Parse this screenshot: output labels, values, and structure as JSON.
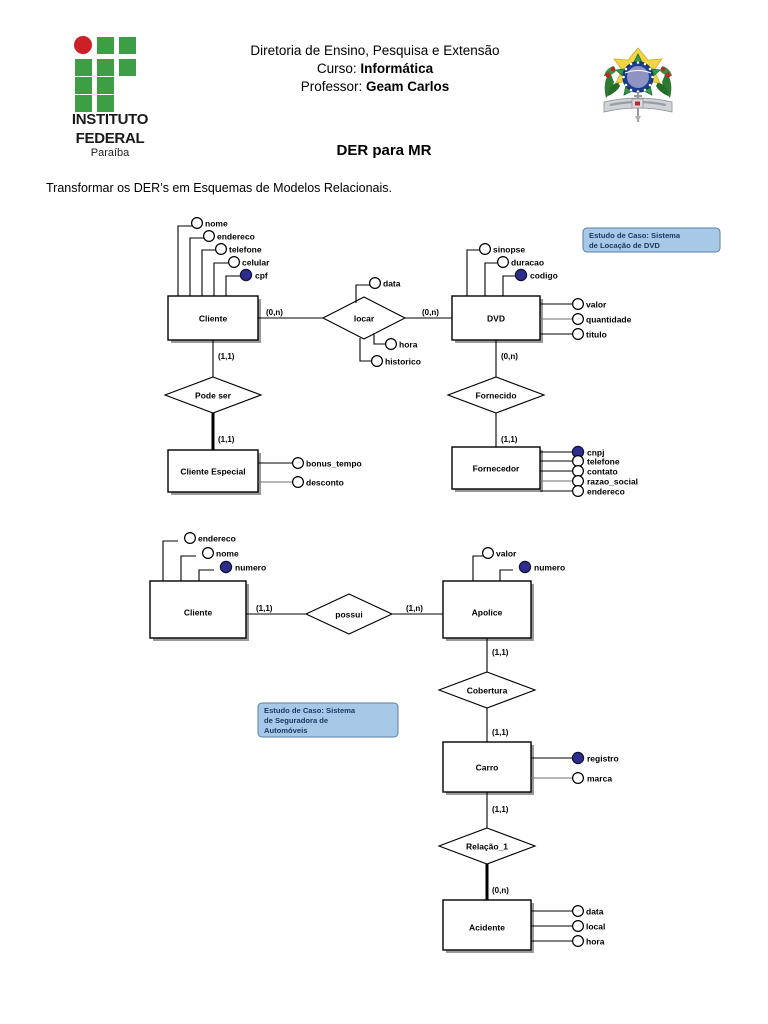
{
  "header": {
    "line1": "Diretoria de Ensino, Pesquisa e Extensão",
    "line2_prefix": "Curso: ",
    "line2_value": "Informática",
    "line3_prefix": "Professor: ",
    "line3_value": "Geam Carlos",
    "logo_word1": "INSTITUTO",
    "logo_word2": "FEDERAL",
    "logo_sub": "Paraíba",
    "brasao_name": "brasao-republica-federativa-do-brasil"
  },
  "document": {
    "title": "DER para MR",
    "instruction": "Transformar os DER’s em Esquemas de Modelos Relacionais."
  },
  "colors": {
    "key_attribute": "#2d2d8e",
    "callout_fill": "#a8c8e8",
    "callout_stroke": "#5a7fa6",
    "callout_text": "#1b3a63",
    "logo_green": "#3d9e46",
    "logo_red": "#cc2026",
    "line": "#000000"
  },
  "diagram1": {
    "callout": {
      "line1": "Estudo de Caso: Sistema",
      "line2": "de Locação de DVD"
    },
    "entities": [
      {
        "name": "Cliente",
        "attributes": [
          {
            "label": "nome",
            "key": false
          },
          {
            "label": "endereco",
            "key": false
          },
          {
            "label": "telefone",
            "key": false
          },
          {
            "label": "celular",
            "key": false
          },
          {
            "label": "cpf",
            "key": true
          }
        ]
      },
      {
        "name": "DVD",
        "attributes": [
          {
            "label": "sinopse",
            "key": false
          },
          {
            "label": "duracao",
            "key": false
          },
          {
            "label": "codigo",
            "key": true
          },
          {
            "label": "valor",
            "key": false
          },
          {
            "label": "quantidade",
            "key": false
          },
          {
            "label": "titulo",
            "key": false
          }
        ]
      },
      {
        "name": "Cliente Especial",
        "attributes": [
          {
            "label": "bonus_tempo",
            "key": false
          },
          {
            "label": "desconto",
            "key": false
          }
        ]
      },
      {
        "name": "Fornecedor",
        "attributes": [
          {
            "label": "cnpj",
            "key": true
          },
          {
            "label": "telefone",
            "key": false
          },
          {
            "label": "contato",
            "key": false
          },
          {
            "label": "razao_social",
            "key": false
          },
          {
            "label": "endereco",
            "key": false
          }
        ]
      }
    ],
    "relationships": [
      {
        "name": "locar",
        "attributes": [
          {
            "label": "data",
            "key": false
          },
          {
            "label": "hora",
            "key": false
          },
          {
            "label": "historico",
            "key": false
          }
        ],
        "cardinality_left": "(0,n)",
        "cardinality_right": "(0,n)"
      },
      {
        "name": "Pode ser",
        "attributes": [],
        "cardinality_top": "(1,1)",
        "cardinality_bottom": "(1,1)"
      },
      {
        "name": "Fornecido",
        "attributes": [],
        "cardinality_top": "(0,n)",
        "cardinality_bottom": "(1,1)"
      }
    ]
  },
  "diagram2": {
    "callout": {
      "line1": "Estudo de Caso: Sistema",
      "line2": "de Seguradora de",
      "line3": "Automóveis"
    },
    "entities": [
      {
        "name": "Cliente",
        "attributes": [
          {
            "label": "endereco",
            "key": false
          },
          {
            "label": "nome",
            "key": false
          },
          {
            "label": "numero",
            "key": true
          }
        ]
      },
      {
        "name": "Apolice",
        "attributes": [
          {
            "label": "valor",
            "key": false
          },
          {
            "label": "numero",
            "key": true
          }
        ]
      },
      {
        "name": "Carro",
        "attributes": [
          {
            "label": "registro",
            "key": true
          },
          {
            "label": "marca",
            "key": false
          }
        ]
      },
      {
        "name": "Acidente",
        "attributes": [
          {
            "label": "data",
            "key": false
          },
          {
            "label": "local",
            "key": false
          },
          {
            "label": "hora",
            "key": false
          }
        ]
      }
    ],
    "relationships": [
      {
        "name": "possui",
        "cardinality_left": "(1,1)",
        "cardinality_right": "(1,n)"
      },
      {
        "name": "Cobertura",
        "cardinality_top": "(1,1)",
        "cardinality_bottom": "(1,1)"
      },
      {
        "name": "Relação_1",
        "cardinality_top": "(1,1)",
        "cardinality_bottom": "(0,n)"
      }
    ]
  }
}
